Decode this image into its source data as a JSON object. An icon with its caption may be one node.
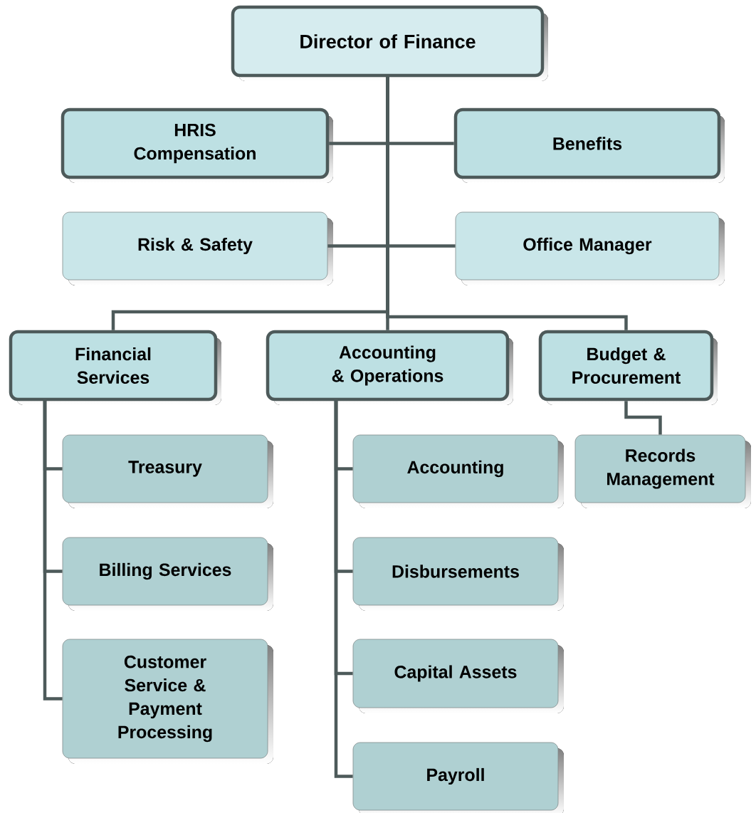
{
  "diagram": {
    "nodes": [
      {
        "text": [
          "Director of Finance"
        ]
      },
      {
        "text": [
          "HRIS Compensation"
        ]
      },
      {
        "text": [
          "Benefits"
        ]
      },
      {
        "text": [
          "Risk & Safety"
        ]
      },
      {
        "text": [
          "Office Manager"
        ]
      },
      {
        "text": [
          "Financial Services"
        ]
      },
      {
        "text": [
          "Accounting & Operations"
        ]
      },
      {
        "text": [
          "Budget & Procurement"
        ]
      },
      {
        "text": [
          "Treasury"
        ]
      },
      {
        "text": [
          "Billing Services"
        ]
      },
      {
        "text": [
          "Customer Service & Payment Processing"
        ]
      },
      {
        "text": [
          "Accounting"
        ]
      },
      {
        "text": [
          "Disbursements"
        ]
      },
      {
        "text": [
          "Capital Assets"
        ]
      },
      {
        "text": [
          "Payroll"
        ]
      },
      {
        "text": [
          "Records Management"
        ]
      }
    ],
    "edges": [
      {
        "from": 0,
        "to": 1,
        "arrow": "none"
      },
      {
        "from": 0,
        "to": 2,
        "arrow": "none"
      },
      {
        "from": 0,
        "to": 3,
        "arrow": "none"
      },
      {
        "from": 0,
        "to": 4,
        "arrow": "none"
      },
      {
        "from": 0,
        "to": 5,
        "arrow": "none"
      },
      {
        "from": 0,
        "to": 6,
        "arrow": "none"
      },
      {
        "from": 0,
        "to": 7,
        "arrow": "none"
      },
      {
        "from": 5,
        "to": 8,
        "arrow": "none"
      },
      {
        "from": 5,
        "to": 9,
        "arrow": "none"
      },
      {
        "from": 5,
        "to": 10,
        "arrow": "none"
      },
      {
        "from": 6,
        "to": 11,
        "arrow": "none"
      },
      {
        "from": 6,
        "to": 12,
        "arrow": "none"
      },
      {
        "from": 6,
        "to": 13,
        "arrow": "none"
      },
      {
        "from": 6,
        "to": 14,
        "arrow": "none"
      },
      {
        "from": 7,
        "to": 15,
        "arrow": "none"
      }
    ]
  }
}
